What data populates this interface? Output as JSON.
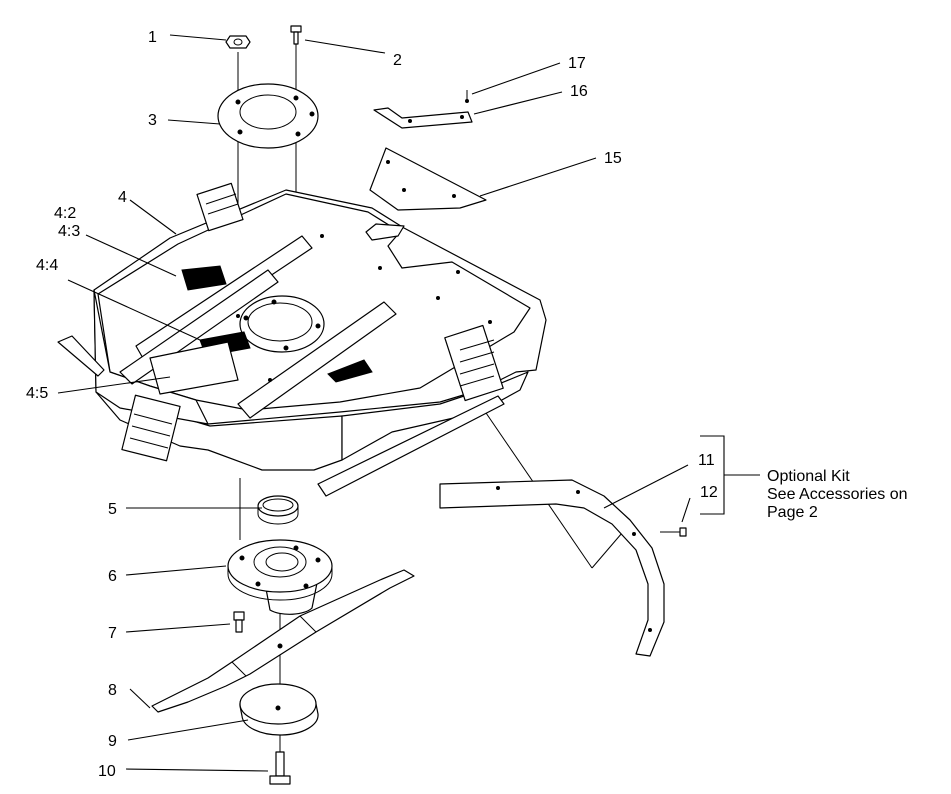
{
  "callouts": {
    "p1": "1",
    "p2": "2",
    "p3": "3",
    "p4": "4",
    "p4_2": "4:2",
    "p4_3": "4:3",
    "p4_4": "4:4",
    "p4_5": "4:5",
    "p5": "5",
    "p6": "6",
    "p7": "7",
    "p8": "8",
    "p9": "9",
    "p10": "10",
    "p11": "11",
    "p12": "12",
    "p15": "15",
    "p16": "16",
    "p17": "17"
  },
  "note": {
    "line1": "Optional Kit",
    "line2": "See Accessories on",
    "line3": "Page 2"
  }
}
